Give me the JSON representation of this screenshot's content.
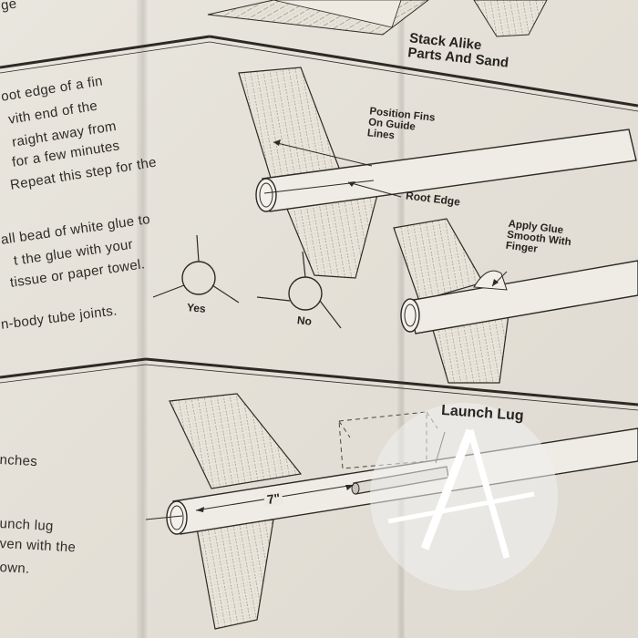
{
  "labels": {
    "stack_line1": "Stack Alike",
    "stack_line2": "Parts And Sand",
    "position_line1": "Position Fins",
    "position_line2": "On Guide",
    "position_line3": "Lines",
    "root_edge": "Root Edge",
    "apply_line1": "Apply Glue",
    "apply_line2": "Smooth With",
    "apply_line3": "Finger",
    "yes": "Yes",
    "no": "No",
    "launch_lug": "Launch Lug",
    "dimension": "7\""
  },
  "body_text": {
    "line1": "oot edge of a fin",
    "line2": "vith end of the",
    "line3": "raight away from",
    "line4": "for a few minutes",
    "line5": "Repeat this step for the",
    "line6": "all bead of white glue to",
    "line7": "t the glue with your",
    "line8": "tissue or paper towel.",
    "line9": "n-body tube joints.",
    "line10": "nches",
    "line11": "unch lug",
    "line12": "ven with the",
    "line13": "own.",
    "top_fragment": "ge"
  }
}
